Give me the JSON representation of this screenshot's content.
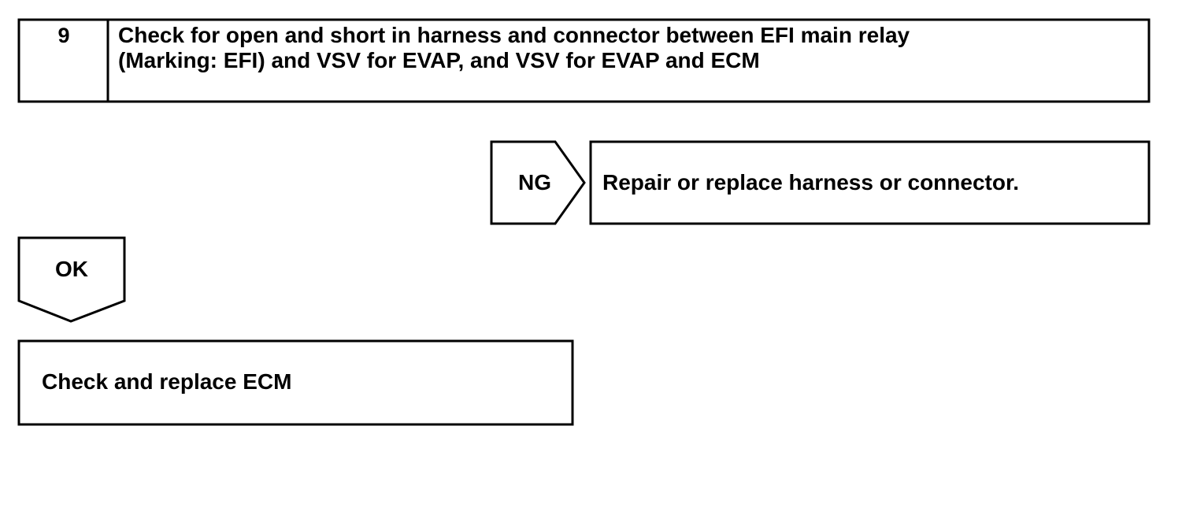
{
  "step": {
    "number": "9",
    "title_lines": [
      "Check for open and short in harness and connector between EFI main relay",
      "(Marking: EFI) and VSV for EVAP, and VSV for EVAP and ECM"
    ]
  },
  "ng_branch": {
    "label": "NG",
    "action": "Repair or replace harness or connector."
  },
  "ok_branch": {
    "label": "OK",
    "action": "Check and replace ECM"
  }
}
